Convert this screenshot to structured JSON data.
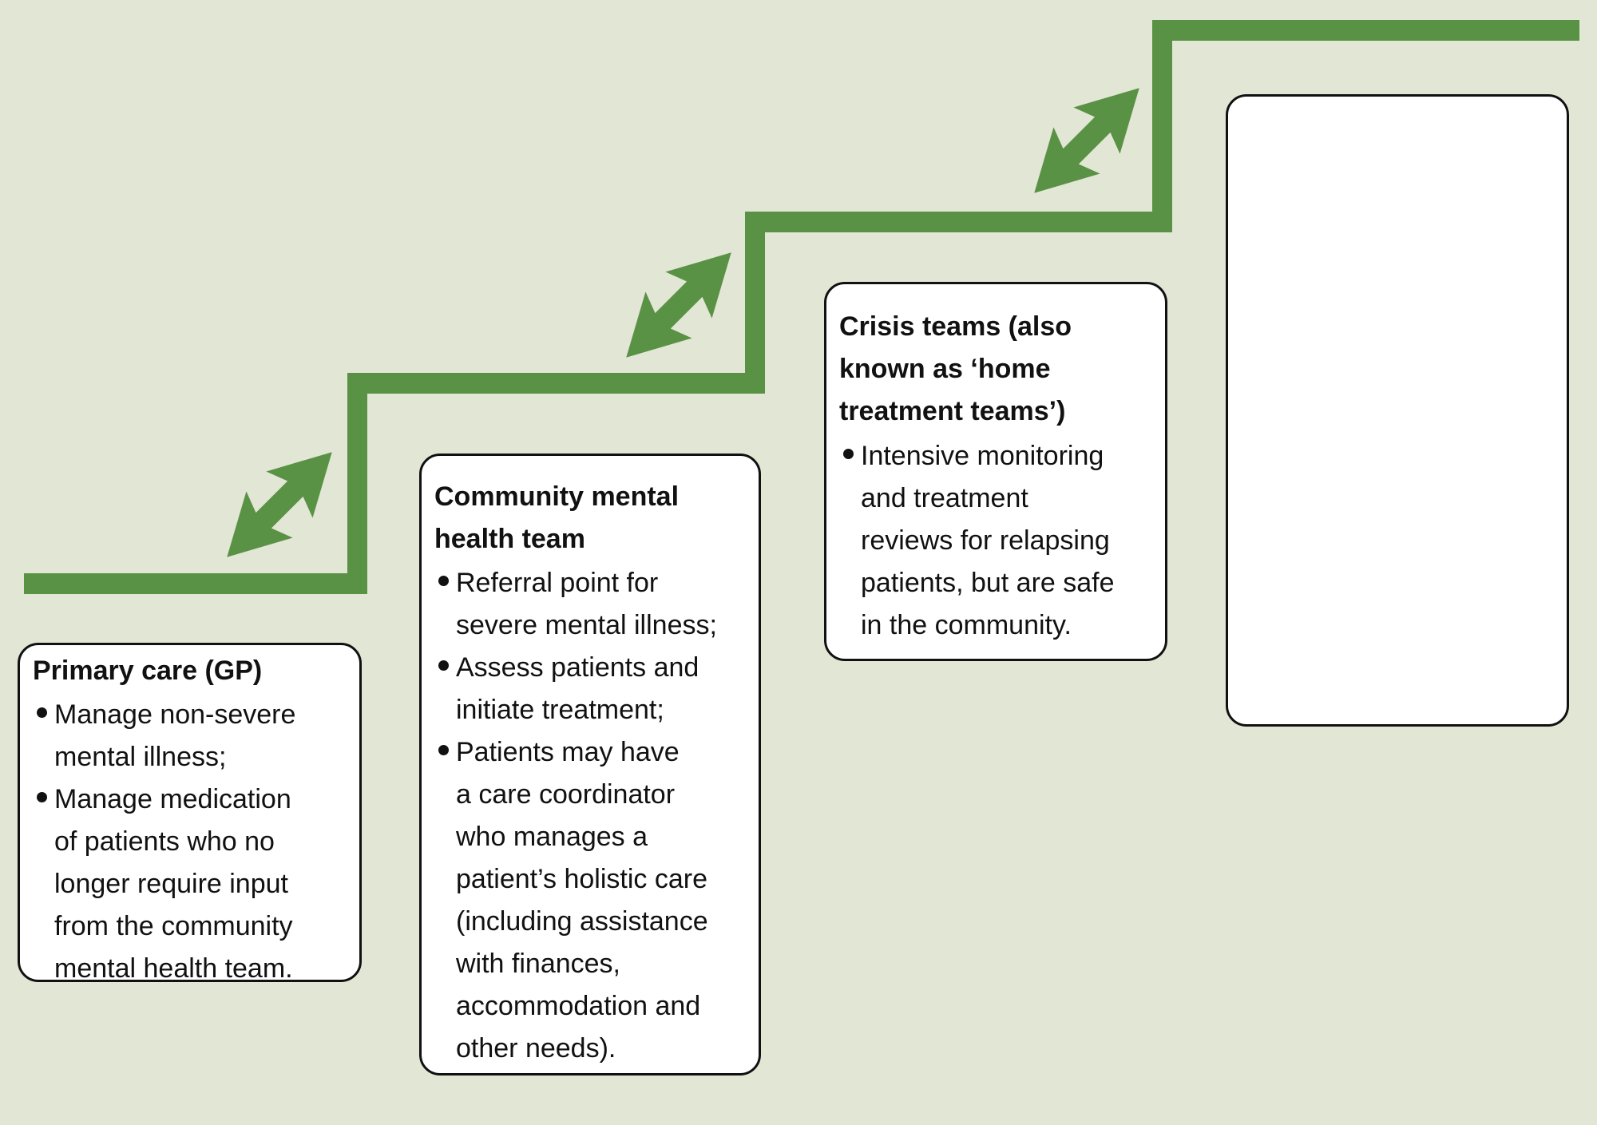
{
  "colors": {
    "background": "#e2e6d5",
    "stair_green": "#5a9245",
    "box_background": "#ffffff",
    "box_border": "#111111",
    "text": "#111111"
  },
  "icons": {
    "step_transition": "double-headed-diagonal-arrow-icon"
  },
  "boxes": [
    {
      "heading": "Primary care (GP)",
      "bullets": [
        "Manage non-severe\nmental illness;",
        "Manage medication\nof patients who no\nlonger require input\nfrom the community\nmental health team."
      ]
    },
    {
      "heading": "Community mental\nhealth team",
      "bullets": [
        "Referral point for\nsevere mental illness;",
        "Assess patients and\ninitiate treatment;",
        "Patients may have\na care coordinator\nwho manages a\npatient’s holistic care\n(including assistance\nwith finances,\naccommodation and\nother needs)."
      ]
    },
    {
      "heading": "Crisis teams (also\nknown as ‘home\ntreatment teams’)",
      "bullets": [
        "Intensive monitoring\nand treatment\nreviews for relapsing\npatients, but are safe\nin the community."
      ]
    },
    {
      "heading": "",
      "bullets": []
    }
  ]
}
